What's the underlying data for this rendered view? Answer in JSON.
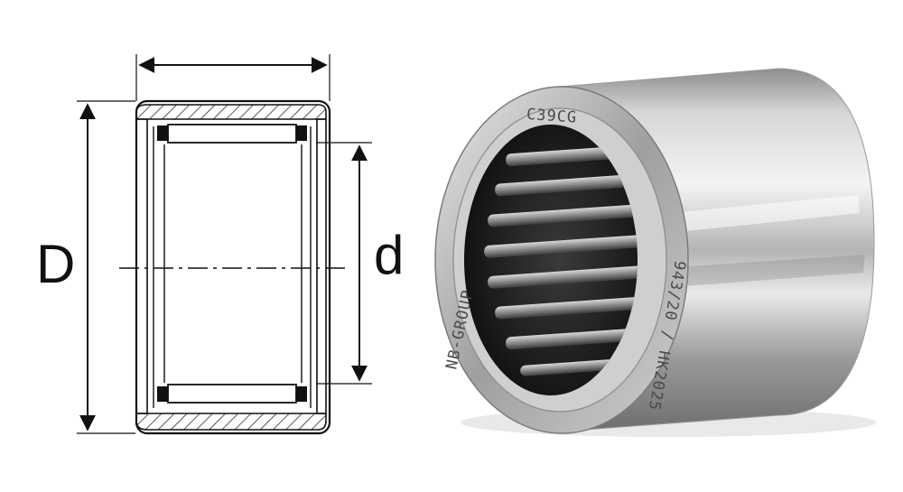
{
  "drawing": {
    "outer_diameter_label": "D",
    "inner_diameter_label": "d"
  },
  "bearing": {
    "engraving_top": "C39CG",
    "engraving_right": "943/20 / HK2025",
    "engraving_left": "NB-GROUP"
  },
  "colors": {
    "line": "#111111",
    "hatch": "#111111",
    "steel_light": "#f2f2f2",
    "steel_mid": "#b9b9b9",
    "steel_dark": "#5a5a5a",
    "bore_dark": "#1e1e1e"
  }
}
